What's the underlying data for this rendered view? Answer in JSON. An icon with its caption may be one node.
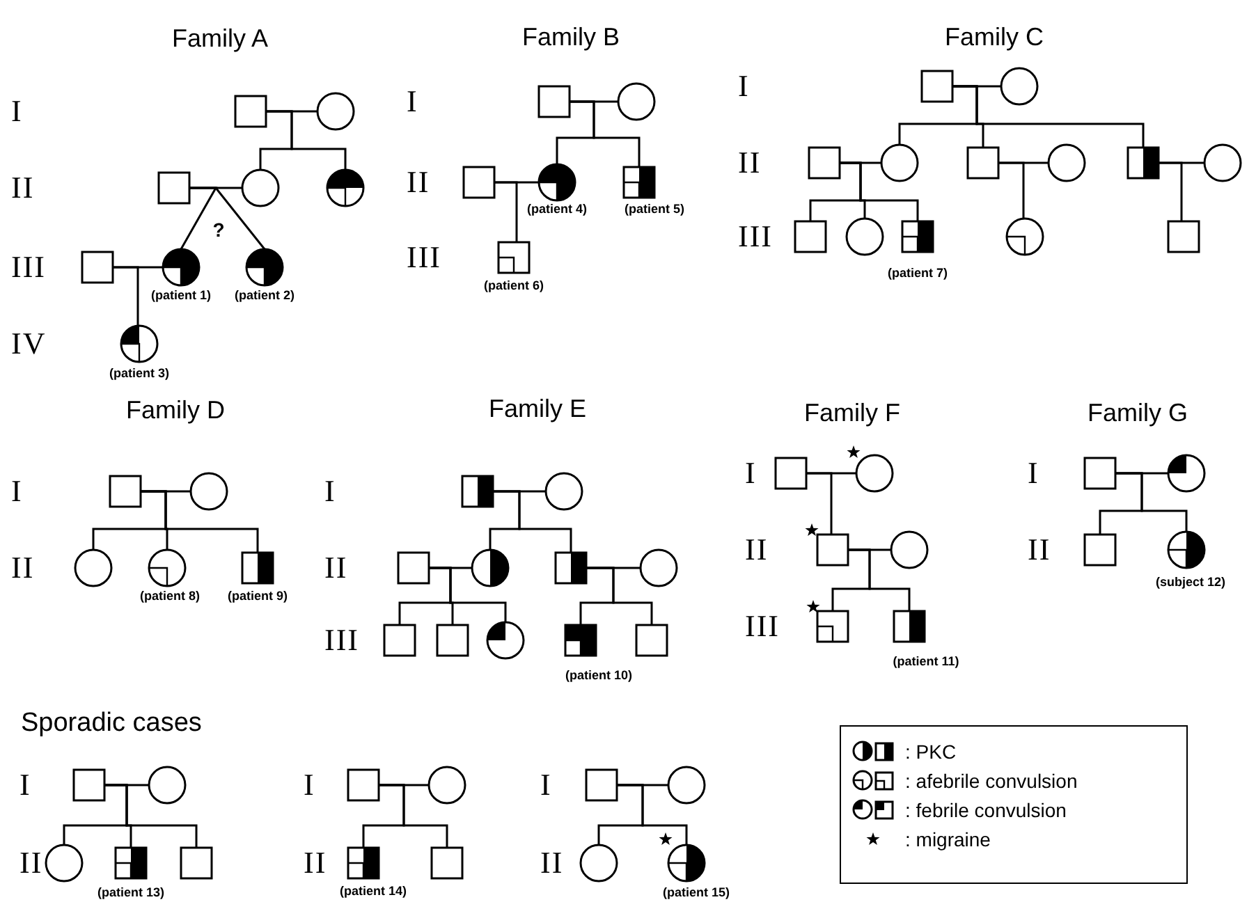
{
  "diagram": {
    "nodes": [
      {
        "text": [],
        "shape": "box"
      },
      {
        "text": [],
        "shape": "circle"
      },
      {
        "text": [],
        "shape": "box"
      },
      {
        "text": [],
        "shape": "circle"
      },
      {
        "text": [],
        "shape": "circle"
      },
      {
        "text": [],
        "shape": "box"
      },
      {
        "text": [],
        "shape": "circle",
        "beside": [
          "(patient 1)"
        ]
      },
      {
        "text": [],
        "shape": "circle",
        "beside": [
          "(patient 2)"
        ]
      },
      {
        "text": [],
        "shape": "circle",
        "beside": [
          "(patient 3)"
        ]
      },
      {
        "text": [],
        "shape": "box"
      },
      {
        "text": [],
        "shape": "circle"
      },
      {
        "text": [],
        "shape": "box"
      },
      {
        "text": [],
        "shape": "circle",
        "beside": [
          "(patient 4)"
        ]
      },
      {
        "text": [],
        "shape": "box",
        "beside": [
          "(patient 5)"
        ]
      },
      {
        "text": [],
        "shape": "box",
        "beside": [
          "(patient 6)"
        ]
      },
      {
        "text": [],
        "shape": "box"
      },
      {
        "text": [],
        "shape": "circle"
      },
      {
        "text": [],
        "shape": "box"
      },
      {
        "text": [],
        "shape": "circle"
      },
      {
        "text": [],
        "shape": "box"
      },
      {
        "text": [],
        "shape": "circle"
      },
      {
        "text": [],
        "shape": "box"
      },
      {
        "text": [],
        "shape": "circle"
      },
      {
        "text": [],
        "shape": "box"
      },
      {
        "text": [],
        "shape": "circle"
      },
      {
        "text": [],
        "shape": "box",
        "beside": [
          "(patient 7)"
        ]
      },
      {
        "text": [],
        "shape": "circle"
      },
      {
        "text": [],
        "shape": "box"
      },
      {
        "text": [],
        "shape": "box"
      },
      {
        "text": [],
        "shape": "circle"
      },
      {
        "text": [],
        "shape": "circle"
      },
      {
        "text": [],
        "shape": "circle",
        "beside": [
          "(patient 8)"
        ]
      },
      {
        "text": [],
        "shape": "box",
        "beside": [
          "(patient 9)"
        ]
      },
      {
        "text": [],
        "shape": "box"
      },
      {
        "text": [],
        "shape": "circle"
      },
      {
        "text": [],
        "shape": "box"
      },
      {
        "text": [],
        "shape": "circle"
      },
      {
        "text": [],
        "shape": "box"
      },
      {
        "text": [],
        "shape": "circle"
      },
      {
        "text": [],
        "shape": "box"
      },
      {
        "text": [],
        "shape": "box"
      },
      {
        "text": [],
        "shape": "circle"
      },
      {
        "text": [],
        "shape": "box",
        "beside": [
          "(patient 10)"
        ]
      },
      {
        "text": [],
        "shape": "box"
      },
      {
        "text": [],
        "shape": "box"
      },
      {
        "text": [],
        "shape": "circle"
      },
      {
        "text": [],
        "shape": "box"
      },
      {
        "text": [],
        "shape": "circle"
      },
      {
        "text": [],
        "shape": "box"
      },
      {
        "text": [],
        "shape": "box",
        "beside": [
          "(patient 11)"
        ]
      },
      {
        "text": [],
        "shape": "box"
      },
      {
        "text": [],
        "shape": "circle"
      },
      {
        "text": [],
        "shape": "box"
      },
      {
        "text": [],
        "shape": "circle",
        "beside": [
          "(subject 12)"
        ]
      },
      {
        "text": [],
        "shape": "box"
      },
      {
        "text": [],
        "shape": "circle"
      },
      {
        "text": [],
        "shape": "circle"
      },
      {
        "text": [],
        "shape": "box",
        "beside": [
          "(patient 13)"
        ]
      },
      {
        "text": [],
        "shape": "box"
      },
      {
        "text": [],
        "shape": "box"
      },
      {
        "text": [],
        "shape": "circle"
      },
      {
        "text": [],
        "shape": "box",
        "beside": [
          "(patient 14)"
        ]
      },
      {
        "text": [],
        "shape": "box"
      },
      {
        "text": [],
        "shape": "box"
      },
      {
        "text": [],
        "shape": "circle"
      },
      {
        "text": [],
        "shape": "circle"
      },
      {
        "text": [],
        "shape": "circle",
        "beside": [
          "(patient 15)"
        ]
      }
    ],
    "edges": [
      {
        "from": 0,
        "to": 1,
        "arrow": "none"
      },
      {
        "from": 0,
        "to": 3,
        "arrow": "none"
      },
      {
        "from": 0,
        "to": 4,
        "arrow": "none"
      },
      {
        "from": 2,
        "to": 3,
        "arrow": "none"
      },
      {
        "from": 2,
        "to": 6,
        "arrow": "none"
      },
      {
        "from": 2,
        "to": 7,
        "arrow": "none"
      },
      {
        "from": 5,
        "to": 6,
        "arrow": "none"
      },
      {
        "from": 5,
        "to": 8,
        "arrow": "none"
      },
      {
        "from": 9,
        "to": 10,
        "arrow": "none"
      },
      {
        "from": 9,
        "to": 12,
        "arrow": "none"
      },
      {
        "from": 9,
        "to": 13,
        "arrow": "none"
      },
      {
        "from": 11,
        "to": 12,
        "arrow": "none"
      },
      {
        "from": 11,
        "to": 14,
        "arrow": "none"
      },
      {
        "from": 15,
        "to": 16,
        "arrow": "none"
      },
      {
        "from": 15,
        "to": 18,
        "arrow": "none"
      },
      {
        "from": 15,
        "to": 19,
        "arrow": "none"
      },
      {
        "from": 15,
        "to": 21,
        "arrow": "none"
      },
      {
        "from": 17,
        "to": 18,
        "arrow": "none"
      },
      {
        "from": 19,
        "to": 20,
        "arrow": "none"
      },
      {
        "from": 21,
        "to": 22,
        "arrow": "none"
      },
      {
        "from": 17,
        "to": 23,
        "arrow": "none"
      },
      {
        "from": 17,
        "to": 24,
        "arrow": "none"
      },
      {
        "from": 17,
        "to": 25,
        "arrow": "none"
      },
      {
        "from": 19,
        "to": 26,
        "arrow": "none"
      },
      {
        "from": 21,
        "to": 27,
        "arrow": "none"
      },
      {
        "from": 28,
        "to": 29,
        "arrow": "none"
      },
      {
        "from": 28,
        "to": 30,
        "arrow": "none"
      },
      {
        "from": 28,
        "to": 31,
        "arrow": "none"
      },
      {
        "from": 28,
        "to": 32,
        "arrow": "none"
      },
      {
        "from": 33,
        "to": 34,
        "arrow": "none"
      },
      {
        "from": 33,
        "to": 36,
        "arrow": "none"
      },
      {
        "from": 33,
        "to": 37,
        "arrow": "none"
      },
      {
        "from": 35,
        "to": 36,
        "arrow": "none"
      },
      {
        "from": 37,
        "to": 38,
        "arrow": "none"
      },
      {
        "from": 35,
        "to": 39,
        "arrow": "none"
      },
      {
        "from": 35,
        "to": 40,
        "arrow": "none"
      },
      {
        "from": 35,
        "to": 41,
        "arrow": "none"
      },
      {
        "from": 37,
        "to": 42,
        "arrow": "none"
      },
      {
        "from": 37,
        "to": 43,
        "arrow": "none"
      },
      {
        "from": 44,
        "to": 45,
        "arrow": "none"
      },
      {
        "from": 44,
        "to": 46,
        "arrow": "none"
      },
      {
        "from": 46,
        "to": 47,
        "arrow": "none"
      },
      {
        "from": 46,
        "to": 48,
        "arrow": "none"
      },
      {
        "from": 46,
        "to": 49,
        "arrow": "none"
      },
      {
        "from": 50,
        "to": 51,
        "arrow": "none"
      },
      {
        "from": 50,
        "to": 52,
        "arrow": "none"
      },
      {
        "from": 50,
        "to": 53,
        "arrow": "none"
      },
      {
        "from": 54,
        "to": 55,
        "arrow": "none"
      },
      {
        "from": 54,
        "to": 56,
        "arrow": "none"
      },
      {
        "from": 54,
        "to": 57,
        "arrow": "none"
      },
      {
        "from": 54,
        "to": 58,
        "arrow": "none"
      },
      {
        "from": 59,
        "to": 60,
        "arrow": "none"
      },
      {
        "from": 59,
        "to": 61,
        "arrow": "none"
      },
      {
        "from": 59,
        "to": 62,
        "arrow": "none"
      },
      {
        "from": 63,
        "to": 64,
        "arrow": "none"
      },
      {
        "from": 63,
        "to": 65,
        "arrow": "none"
      },
      {
        "from": 63,
        "to": 66,
        "arrow": "none"
      }
    ],
    "labels": [
      "Family A",
      "I",
      "II",
      "III",
      "IV",
      "?",
      "Family B",
      "I",
      "II",
      "III",
      "Family C",
      "I",
      "II",
      "III",
      "Family D",
      "I",
      "II",
      "Family E",
      "I",
      "II",
      "III",
      "Family F",
      "I",
      "II",
      "III",
      "Family G",
      "I",
      "II",
      "Sporadic cases",
      "I",
      "II",
      "I",
      "II",
      "I",
      "II"
    ],
    "legend": [
      {
        "text": ": PKC"
      },
      {
        "text": ": afebrile convulsion"
      },
      {
        "text": ": febrile convulsion"
      },
      {
        "text": ": migraine"
      }
    ]
  }
}
